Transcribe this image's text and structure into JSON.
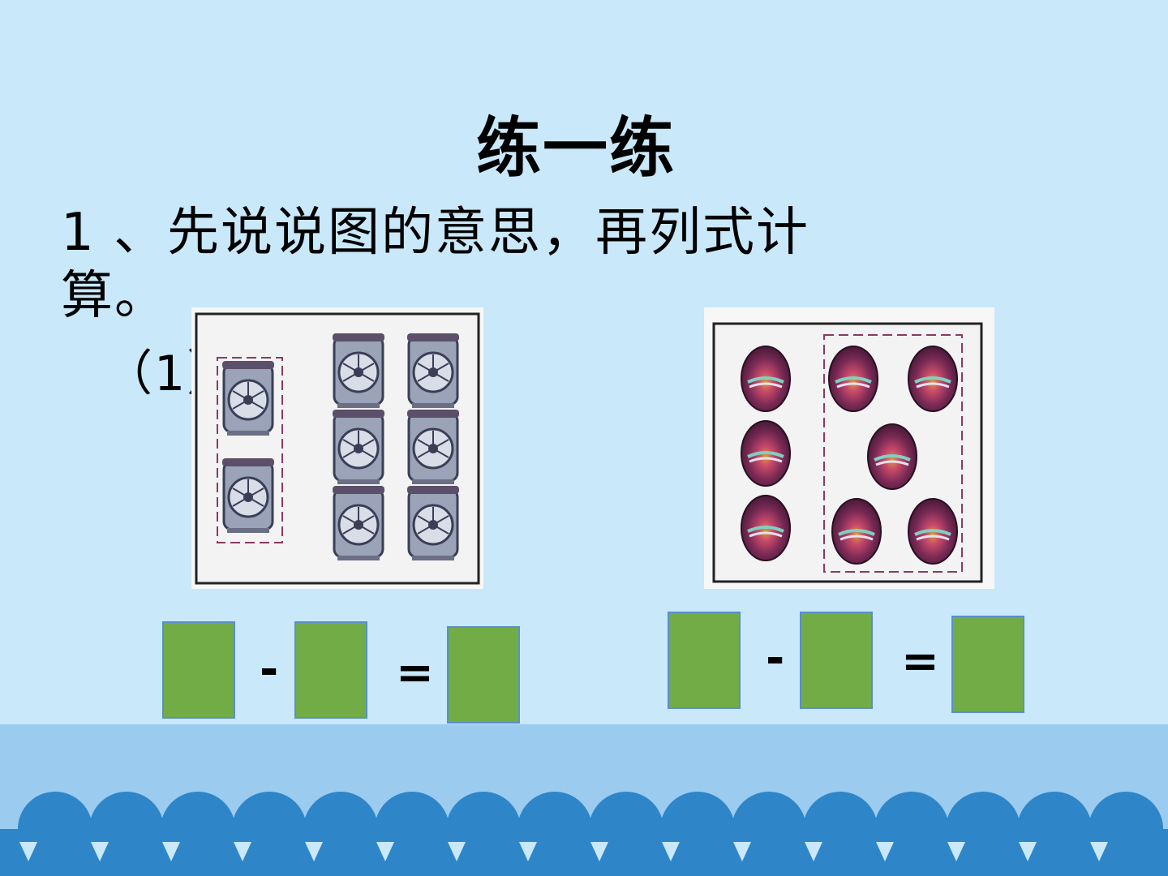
{
  "slide": {
    "title": "练一练",
    "instruction": "1 、先说说图的意思，再列式计算。",
    "sub_label": "（1）"
  },
  "exercise_left": {
    "picture": "fans",
    "fan_count_total": 8,
    "fan_count_in_dashed_box": 2,
    "equation": {
      "minus": "-",
      "equals": "="
    }
  },
  "exercise_right": {
    "picture": "eggs",
    "egg_count_total": 8,
    "egg_count_in_dashed_box": 5,
    "equation": {
      "minus": "-",
      "equals": "="
    }
  },
  "colors": {
    "background": "#c9e8fa",
    "answer_box": "#72ac47",
    "answer_box_border": "#5a8fc8",
    "band": "#9ccbf0",
    "wave": "#2e86c9",
    "dashed_box": "#8b3a62"
  }
}
